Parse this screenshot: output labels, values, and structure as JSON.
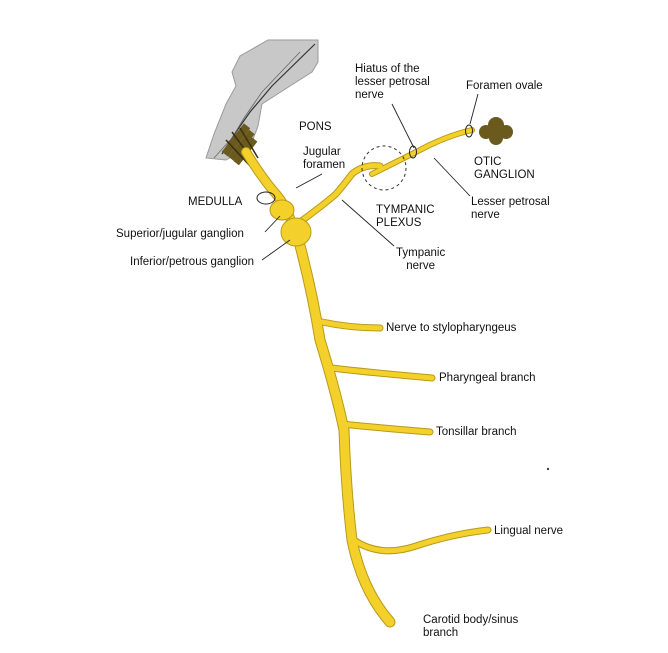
{
  "labels": {
    "pons": "PONS",
    "medulla": "MEDULLA",
    "jugular_foramen": [
      "Jugular",
      "foramen"
    ],
    "superior_ganglion": "Superior/jugular ganglion",
    "inferior_ganglion": "Inferior/petrous ganglion",
    "hiatus": [
      "Hiatus of the",
      "lesser petrosal",
      "nerve"
    ],
    "foramen_ovale": "Foramen ovale",
    "otic_ganglion": [
      "OTIC",
      "GANGLION"
    ],
    "lesser_petrosal_nerve": [
      "Lesser petrosal",
      "nerve"
    ],
    "tympanic_plexus": [
      "TYMPANIC",
      "PLEXUS"
    ],
    "tympanic_nerve": [
      "Tympanic",
      "nerve"
    ],
    "nerve_to_stylopharyngeus": "Nerve to stylopharyngeus",
    "pharyngeal_branch": "Pharyngeal branch",
    "tonsillar_branch": "Tonsillar branch",
    "lingual_nerve": "Lingual nerve",
    "carotid_branch": [
      "Carotid body/sinus",
      "branch"
    ]
  },
  "colors": {
    "nerve": "#f3d02a",
    "nerve_outline": "#b89a1a",
    "brainstem": "#c8c8c8",
    "rootlets": "#6b5a1e",
    "otic_ganglion": "#6b5a1e",
    "text": "#111111"
  }
}
